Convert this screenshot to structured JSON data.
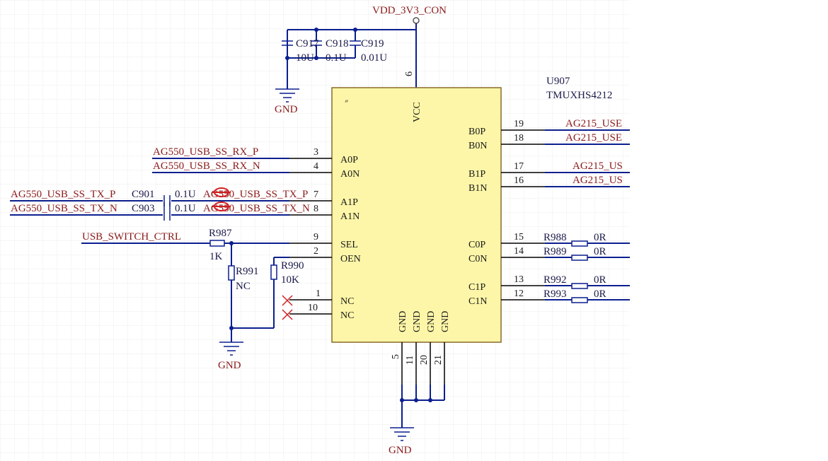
{
  "supply": {
    "net": "VDD_3V3_CON",
    "pin": "6"
  },
  "ic": {
    "ref": "U907",
    "part": "TMUXHS4212",
    "vcc_label": "VCC",
    "pins_left": [
      {
        "name": "A0P",
        "num": "3",
        "net": "AG550_USB_SS_RX_P"
      },
      {
        "name": "A0N",
        "num": "4",
        "net": "AG550_USB_SS_RX_N"
      },
      {
        "name": "A1P",
        "num": "7",
        "net": "AG550_USB_SS_TX_P"
      },
      {
        "name": "A1N",
        "num": "8",
        "net": "AG550_USB_SS_TX_N"
      },
      {
        "name": "SEL",
        "num": "9",
        "net": "USB_SWITCH_CTRL"
      },
      {
        "name": "OEN",
        "num": "2"
      },
      {
        "name": "NC",
        "num": "1"
      },
      {
        "name": "NC",
        "num": "10"
      }
    ],
    "pins_right": [
      {
        "name": "B0P",
        "num": "19",
        "net": "AG215_USE"
      },
      {
        "name": "B0N",
        "num": "18",
        "net": "AG215_USE"
      },
      {
        "name": "B1P",
        "num": "17",
        "net": "AG215_US"
      },
      {
        "name": "B1N",
        "num": "16",
        "net": "AG215_US"
      },
      {
        "name": "C0P",
        "num": "15"
      },
      {
        "name": "C0N",
        "num": "14"
      },
      {
        "name": "C1P",
        "num": "13"
      },
      {
        "name": "C1N",
        "num": "12"
      }
    ],
    "gnd_pins": [
      {
        "name": "GND",
        "num": "5"
      },
      {
        "name": "GND",
        "num": "11"
      },
      {
        "name": "GND",
        "num": "20"
      },
      {
        "name": "GND",
        "num": "21"
      }
    ]
  },
  "capacitors": [
    {
      "ref": "C917",
      "value": "10U"
    },
    {
      "ref": "C918",
      "value": "0.1U"
    },
    {
      "ref": "C919",
      "value": "0.01U"
    },
    {
      "ref": "C901",
      "value": "0.1U"
    },
    {
      "ref": "C903",
      "value": "0.1U"
    }
  ],
  "resistors": [
    {
      "ref": "R987",
      "value": "1K"
    },
    {
      "ref": "R991",
      "value": "NC"
    },
    {
      "ref": "R990",
      "value": "10K"
    },
    {
      "ref": "R988",
      "value": "0R"
    },
    {
      "ref": "R989",
      "value": "0R"
    },
    {
      "ref": "R992",
      "value": "0R"
    },
    {
      "ref": "R993",
      "value": "0R"
    }
  ],
  "ground_label": "GND",
  "colors": {
    "wire": "#0b1f8f",
    "net_label": "#8b1a1a",
    "ic_fill": "#fdf6a8",
    "grid": "#e8e8e8"
  }
}
